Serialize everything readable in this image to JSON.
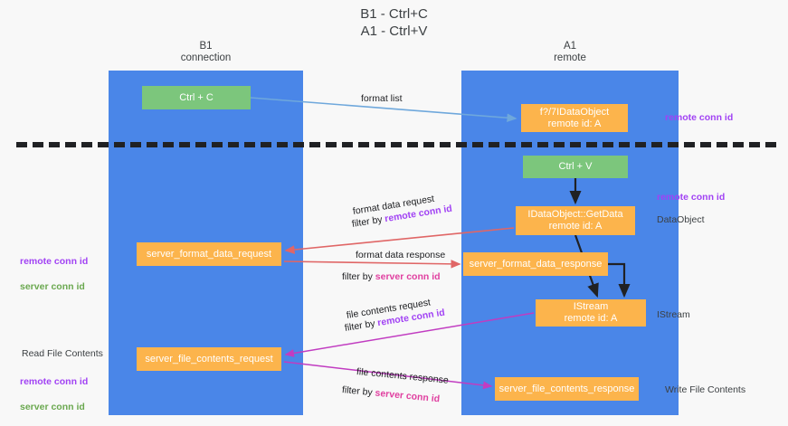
{
  "title": "B1 - Ctrl+C\nA1 - Ctrl+V",
  "columns": {
    "left": {
      "header": "B1\nconnection"
    },
    "right": {
      "header": "A1\nremote"
    }
  },
  "nodes": {
    "ctrl_c": "Ctrl + C",
    "get_idataobject": "f?/7IDataObject\nremote id: A",
    "ctrl_v": "Ctrl + V",
    "idataobject_getdata": "IDataObject::GetData\nremote id: A",
    "server_format_data_request": "server_format_data_request",
    "server_format_data_response": "server_format_data_response",
    "istream": "IStream\nremote id: A",
    "server_file_contents_request": "server_file_contents_request",
    "server_file_contents_response": "server_file_contents_response"
  },
  "edges": {
    "format_list": "format list",
    "format_data_request": "format data request",
    "format_data_request_filter_prefix": "filter by ",
    "format_data_request_filter_key": "remote conn id",
    "format_data_response": "format data response",
    "format_data_response_filter_prefix": "filter by ",
    "format_data_response_filter_key": "server conn id",
    "file_contents_request": "file contents request",
    "file_contents_request_filter_prefix": "filter by ",
    "file_contents_request_filter_key": "remote conn id",
    "file_contents_response": "file contents response",
    "file_contents_response_filter_prefix": "filter by ",
    "file_contents_response_filter_key": "server conn id"
  },
  "annotations": {
    "right_remote_conn_id_top": "remote conn id",
    "right_remote_conn_id_mid": "remote conn id",
    "right_dataobject": "DataObject",
    "right_istream": "IStream",
    "right_write_file_contents": "Write File Contents",
    "left_conn_ids_prefix_remote": "remote conn id",
    "left_conn_ids_prefix_server": "server conn id",
    "left_read_file_contents": "Read File Contents",
    "left_conn_ids_bottom_remote": "remote conn id",
    "left_conn_ids_bottom_server": "server conn id"
  },
  "colors": {
    "lane": "#4a86e8",
    "green_node": "#7cc67c",
    "orange_node": "#fcb44c",
    "remote_conn_id": "#a142f4",
    "server_conn_id_pink": "#e040a0",
    "server_conn_id_green": "#6aa84f",
    "arrow_blue": "#6fa8dc",
    "arrow_red": "#e06666",
    "arrow_magenta": "#c13cc1",
    "arrow_black": "#202124"
  }
}
